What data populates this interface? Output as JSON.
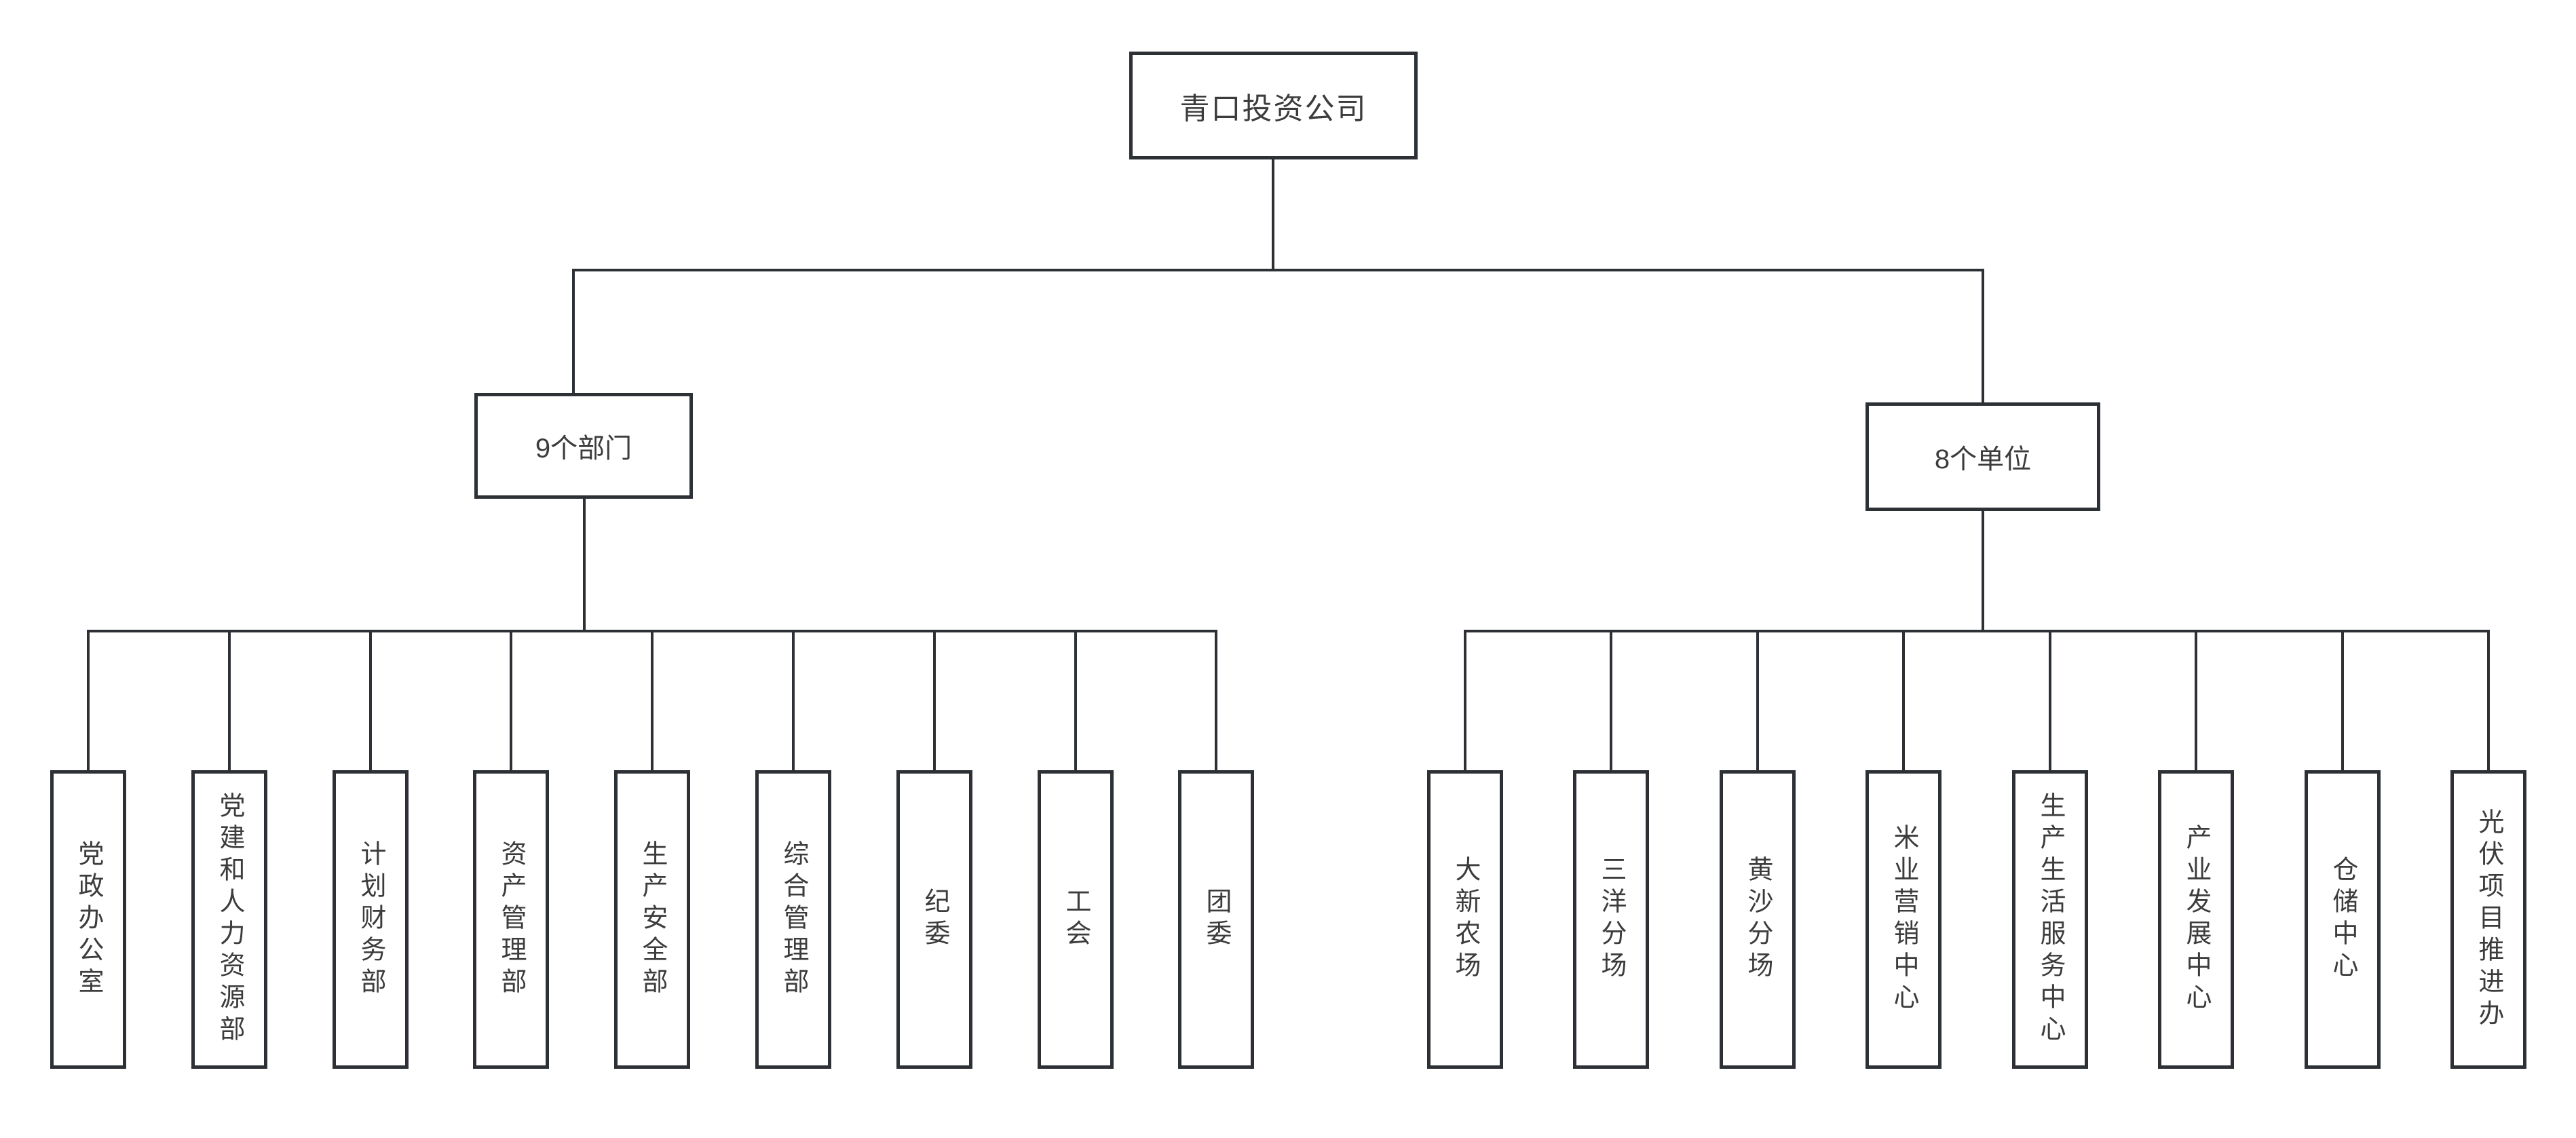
{
  "root": {
    "label": "青口投资公司"
  },
  "groups": [
    {
      "id": "departments",
      "label": "9个部门",
      "items": [
        "党政办公室",
        "党建和人力资源部",
        "计划财务部",
        "资产管理部",
        "生产安全部",
        "综合管理部",
        "纪委",
        "工会",
        "团委"
      ]
    },
    {
      "id": "units",
      "label": "8个单位",
      "items": [
        "大新农场",
        "三洋分场",
        "黄沙分场",
        "米业营销中心",
        "生产生活服务中心",
        "产业发展中心",
        "仓储中心",
        "光伏项目推进办"
      ]
    }
  ],
  "colors": {
    "line": "#2d3136",
    "text": "#3c3c3c",
    "background": "#ffffff"
  }
}
